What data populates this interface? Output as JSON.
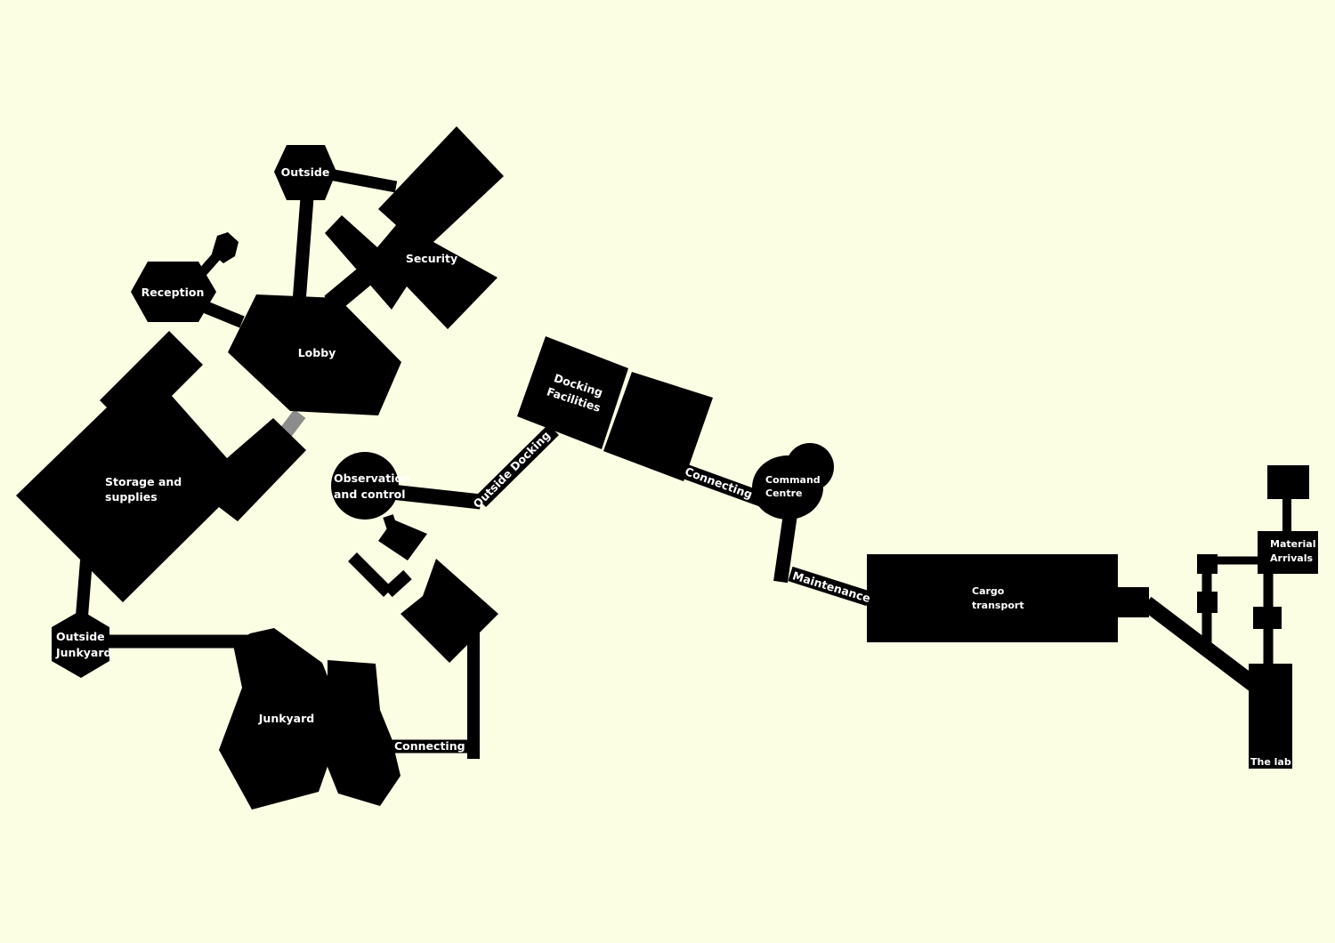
{
  "colors": {
    "background": "#fcfee4",
    "room": "#000000",
    "label": "#ffffff",
    "grey_passage": "#8c8c8c"
  },
  "rooms": {
    "outside_top": "Outside",
    "reception": "Reception",
    "security": "Security",
    "lobby": "Lobby",
    "storage_line1": "Storage and",
    "storage_line2": "supplies",
    "docking_line1": "Docking",
    "docking_line2": "Facilities",
    "observation_line1": "Observation",
    "observation_line2": "and control",
    "command_line1": "Command",
    "command_line2": "Centre",
    "outside_junkyard_line1": "Outside",
    "outside_junkyard_line2": "Junkyard",
    "junkyard": "Junkyard",
    "cargo_line1": "Cargo",
    "cargo_line2": "transport",
    "material_line1": "Material",
    "material_line2": "Arrivals",
    "the_lab": "The lab"
  },
  "corridors": {
    "outside_docking": "Outside Docking",
    "connecting_upper": "Connecting",
    "maintenance": "Maintenance",
    "connecting_lower": "Connecting"
  }
}
